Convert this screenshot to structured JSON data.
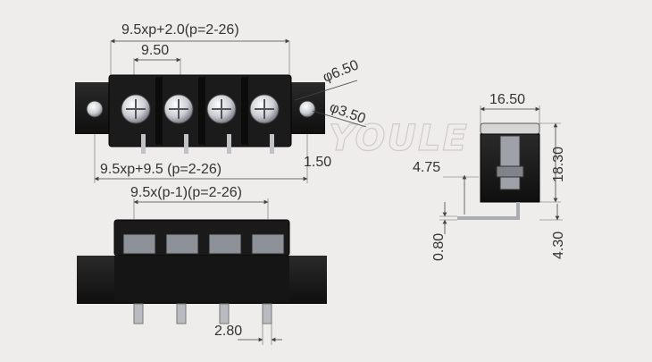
{
  "watermark": "YOULE",
  "top_view": {
    "overall_length": "9.5xp+2.0(p=2-26)",
    "pitch": "9.50",
    "hole_dia_large": "φ6.50",
    "hole_dia_small": "φ3.50",
    "pin_span": "9.5xp+9.5 (p=2-26)",
    "offset": "1.50"
  },
  "front_view": {
    "pin_pitch_span": "9.5x(p-1)(p=2-26)",
    "pin_width": "2.80"
  },
  "side_view": {
    "width": "16.50",
    "height": "18.30",
    "pin_height": "4.75",
    "pin_thickness": "0.80",
    "pin_length": "4.30"
  }
}
